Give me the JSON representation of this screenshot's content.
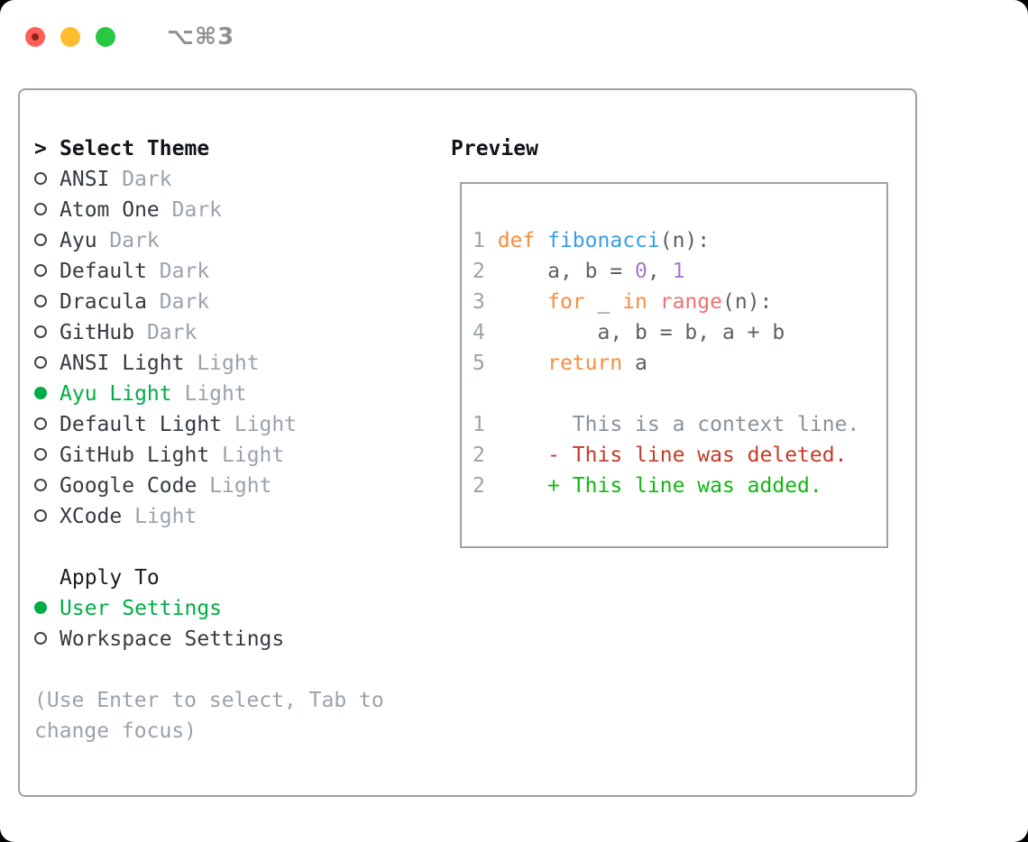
{
  "titlebar": {
    "title": "⌥⌘3"
  },
  "colors": {
    "accent_green": "#00ad45",
    "diff_green": "#13b713",
    "diff_red": "#c43b2a",
    "code_orange": "#fa8d3e",
    "code_blue": "#399ee6",
    "code_purple": "#a37acc",
    "code_coral": "#f07171",
    "code_fg": "#5c6166",
    "muted_gray": "#9aa2ac",
    "context_gray": "#8a9199",
    "border_gray": "#9aa2ad",
    "traffic_red": "#ff5f57",
    "traffic_yellow": "#febc2e",
    "traffic_green": "#28c840"
  },
  "left": {
    "focus_caret": ">",
    "title": "Select Theme",
    "themes": [
      {
        "name": "ANSI",
        "variant": "Dark",
        "selected": false
      },
      {
        "name": "Atom One",
        "variant": "Dark",
        "selected": false
      },
      {
        "name": "Ayu",
        "variant": "Dark",
        "selected": false
      },
      {
        "name": "Default",
        "variant": "Dark",
        "selected": false
      },
      {
        "name": "Dracula",
        "variant": "Dark",
        "selected": false
      },
      {
        "name": "GitHub",
        "variant": "Dark",
        "selected": false
      },
      {
        "name": "ANSI Light",
        "variant": "Light",
        "selected": false
      },
      {
        "name": "Ayu Light",
        "variant": "Light",
        "selected": true
      },
      {
        "name": "Default Light",
        "variant": "Light",
        "selected": false
      },
      {
        "name": "GitHub Light",
        "variant": "Light",
        "selected": false
      },
      {
        "name": "Google Code",
        "variant": "Light",
        "selected": false
      },
      {
        "name": "XCode",
        "variant": "Light",
        "selected": false
      }
    ],
    "apply_to": {
      "title": "Apply To",
      "options": [
        {
          "label": "User Settings",
          "selected": true
        },
        {
          "label": "Workspace Settings",
          "selected": false
        }
      ]
    },
    "help_lines": [
      "(Use Enter to select, Tab to",
      "change focus)"
    ]
  },
  "preview": {
    "title": "Preview",
    "code_lines": [
      [
        {
          "t": "1 ",
          "c": "num"
        },
        {
          "t": "def",
          "c": "kw"
        },
        {
          "t": " ",
          "c": "fg"
        },
        {
          "t": "fibonacci",
          "c": "fn"
        },
        {
          "t": "(n):",
          "c": "fg"
        }
      ],
      [
        {
          "t": "2",
          "c": "num"
        },
        {
          "t": "     a, b = ",
          "c": "fg"
        },
        {
          "t": "0",
          "c": "lit"
        },
        {
          "t": ", ",
          "c": "fg"
        },
        {
          "t": "1",
          "c": "lit"
        }
      ],
      [
        {
          "t": "3",
          "c": "num"
        },
        {
          "t": "     ",
          "c": "fg"
        },
        {
          "t": "for",
          "c": "kw"
        },
        {
          "t": " _ ",
          "c": "fg"
        },
        {
          "t": "in",
          "c": "kw"
        },
        {
          "t": " ",
          "c": "fg"
        },
        {
          "t": "range",
          "c": "call"
        },
        {
          "t": "(n):",
          "c": "fg"
        }
      ],
      [
        {
          "t": "4",
          "c": "num"
        },
        {
          "t": "         a, b = b, a + b",
          "c": "fg"
        }
      ],
      [
        {
          "t": "5",
          "c": "num"
        },
        {
          "t": "     ",
          "c": "fg"
        },
        {
          "t": "return",
          "c": "kw"
        },
        {
          "t": " a",
          "c": "fg"
        }
      ],
      [],
      [
        {
          "t": "1",
          "c": "num"
        },
        {
          "t": "       This is a context line.",
          "c": "ctx"
        }
      ],
      [
        {
          "t": "2",
          "c": "num"
        },
        {
          "t": "     - This line was deleted.",
          "c": "del"
        }
      ],
      [
        {
          "t": "2",
          "c": "num"
        },
        {
          "t": "     + This line was added.",
          "c": "add"
        }
      ]
    ]
  }
}
